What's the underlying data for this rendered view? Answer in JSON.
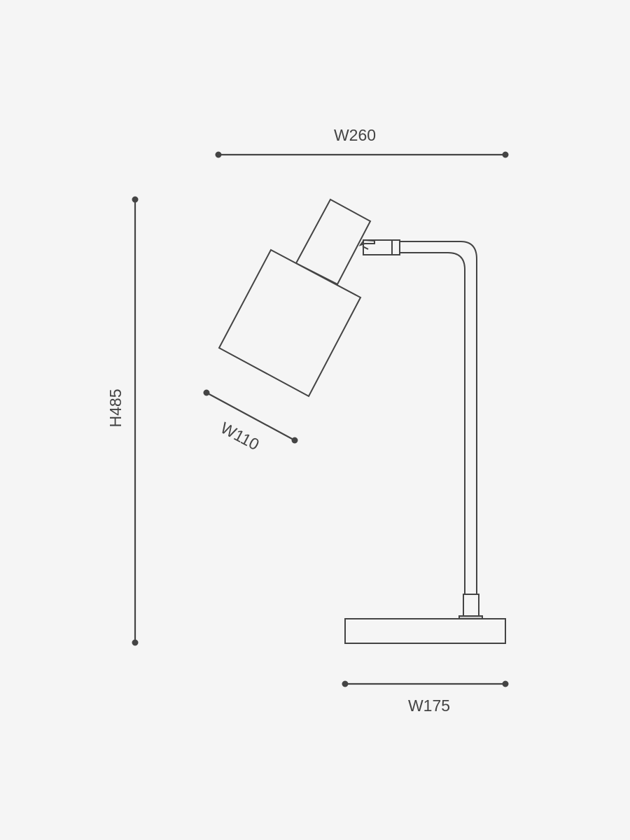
{
  "dimensions": {
    "overall_width": "W260",
    "height": "H485",
    "shade_width": "W110",
    "base_width": "W175"
  },
  "colors": {
    "background": "#f5f5f5",
    "line": "#444444"
  }
}
